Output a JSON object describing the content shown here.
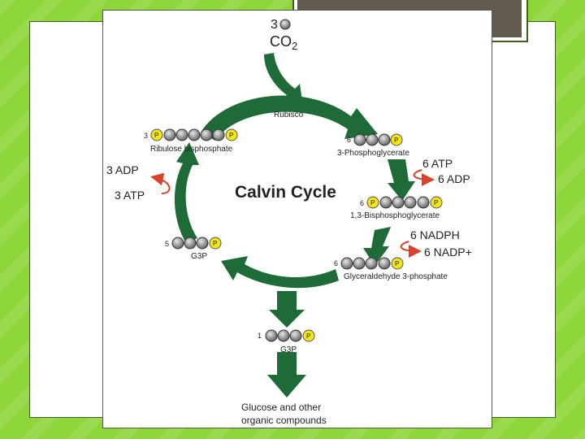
{
  "input": {
    "count": "3",
    "molecule": "CO",
    "subscript": "2"
  },
  "enzyme": "Rubisco",
  "title": "Calvin Cycle",
  "stages": {
    "ribulose": {
      "count": "3",
      "name": "Ribulose bisphosphate"
    },
    "phosphoglycerate": {
      "count": "6",
      "name": "3-Phosphoglycerate"
    },
    "bisphosphoglycerate": {
      "count": "6",
      "name": "1,3-Bisphosphoglycerate"
    },
    "g3p_six": {
      "count": "6",
      "name": "Glyceraldehyde 3-phosphate"
    },
    "g3p_five": {
      "count": "5",
      "name": "G3P"
    },
    "g3p_out": {
      "count": "1",
      "name": "G3P"
    }
  },
  "cofactors": {
    "atp_in": "6 ATP",
    "adp_out": "6 ADP",
    "nadph_in": "6 NADPH",
    "nadp_out": "6 NADP+",
    "adp_regen": "3 ADP",
    "atp_regen": "3 ATP"
  },
  "output": {
    "line1": "Glucose and other",
    "line2": "organic compounds"
  },
  "phosphate_label": "P",
  "colors": {
    "arrow": "#1e6b37",
    "phosphate": "#f2e51a",
    "carbon": "#8c8c8c",
    "red_arrow": "#d9432b",
    "background": "#8fd63a",
    "accent": "#615b4e"
  }
}
